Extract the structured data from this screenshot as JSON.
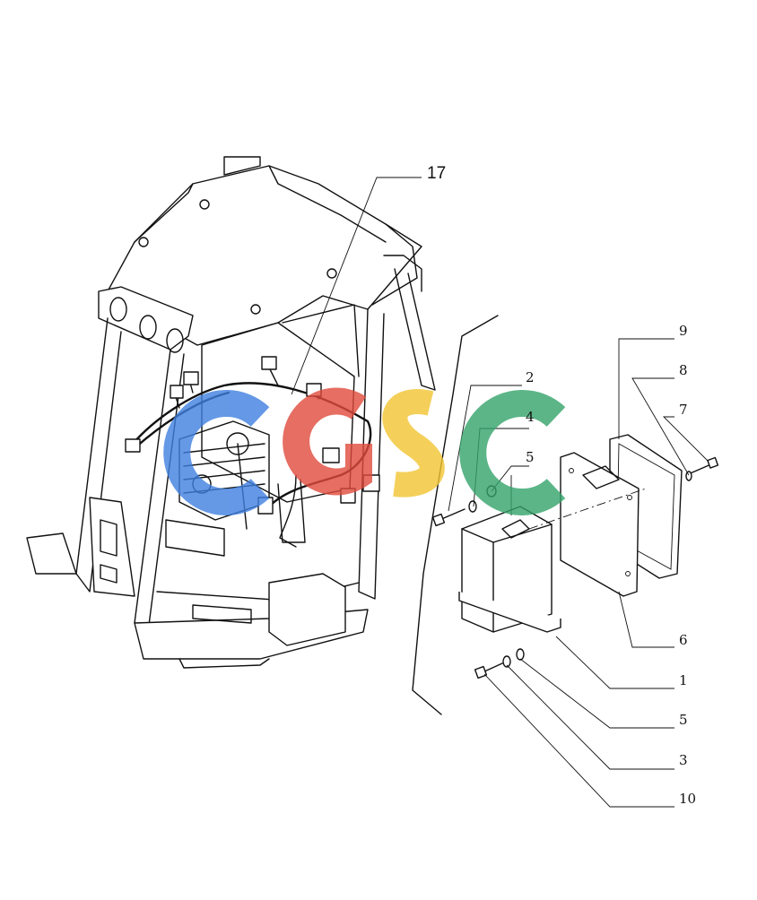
{
  "diagram": {
    "callouts": {
      "c17": "17",
      "c2": "2",
      "c4": "4",
      "c5a": "5",
      "c9": "9",
      "c8": "8",
      "c7": "7",
      "c6": "6",
      "c1": "1",
      "c5b": "5",
      "c3": "3",
      "c10": "10"
    },
    "watermark": {
      "text": "CGSC",
      "colors": [
        "#3f7fe0",
        "#e04a3c",
        "#f2c531",
        "#34a36a"
      ]
    }
  }
}
